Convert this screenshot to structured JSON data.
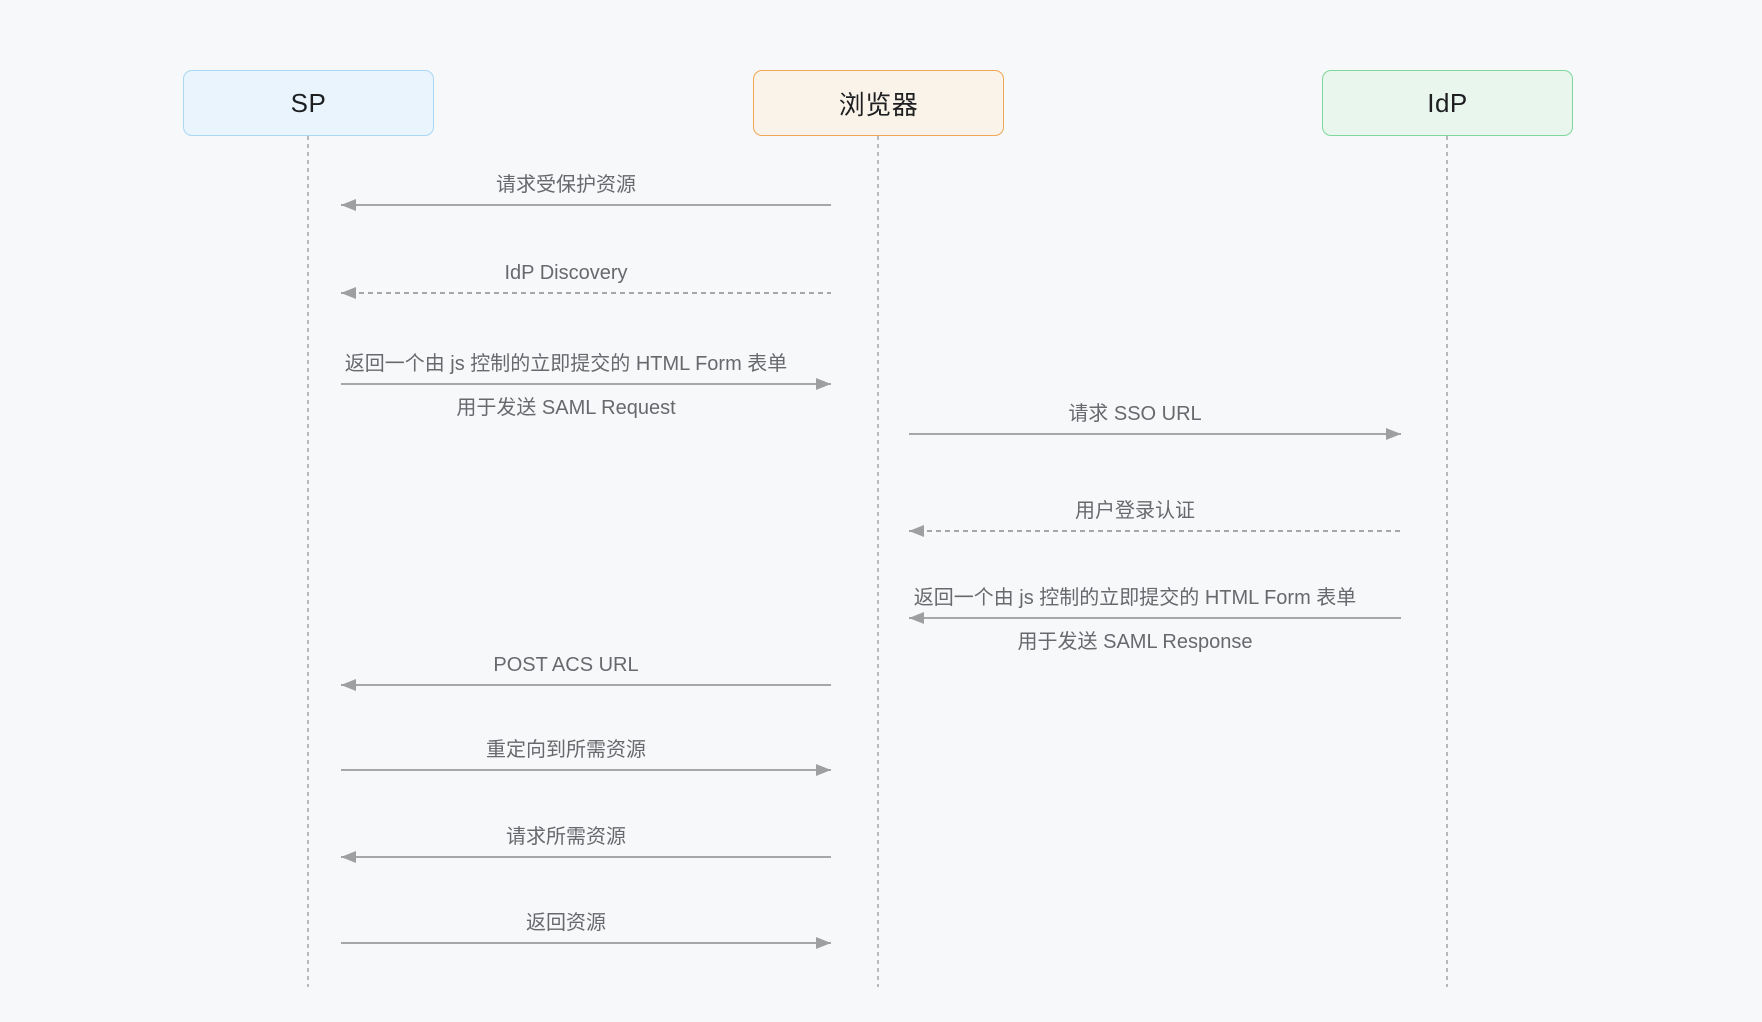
{
  "diagram": {
    "kind": "sequence-diagram",
    "subject": "SAML SSO flow"
  },
  "actors": [
    {
      "id": "sp",
      "label": "SP"
    },
    {
      "id": "browser",
      "label": "浏览器"
    },
    {
      "id": "idp",
      "label": "IdP"
    }
  ],
  "messages": [
    {
      "label": "请求受保护资源",
      "from": "浏览器",
      "to": "SP",
      "line": "solid",
      "direction": "left"
    },
    {
      "label": "IdP Discovery",
      "from": "浏览器",
      "to": "SP",
      "line": "dashed",
      "direction": "left"
    },
    {
      "label": "返回一个由 js 控制的立即提交的 HTML Form 表单",
      "label2": "用于发送 SAML Request",
      "from": "SP",
      "to": "浏览器",
      "line": "solid",
      "direction": "right"
    },
    {
      "label": "请求 SSO URL",
      "from": "浏览器",
      "to": "IdP",
      "line": "solid",
      "direction": "right"
    },
    {
      "label": "用户登录认证",
      "from": "IdP",
      "to": "浏览器",
      "line": "dashed",
      "direction": "left"
    },
    {
      "label": "返回一个由 js 控制的立即提交的 HTML Form 表单",
      "label2": "用于发送 SAML Response",
      "from": "IdP",
      "to": "浏览器",
      "line": "solid",
      "direction": "left"
    },
    {
      "label": "POST ACS URL",
      "from": "浏览器",
      "to": "SP",
      "line": "solid",
      "direction": "left"
    },
    {
      "label": "重定向到所需资源",
      "from": "SP",
      "to": "浏览器",
      "line": "solid",
      "direction": "right"
    },
    {
      "label": "请求所需资源",
      "from": "浏览器",
      "to": "SP",
      "line": "solid",
      "direction": "left"
    },
    {
      "label": "返回资源",
      "from": "SP",
      "to": "浏览器",
      "line": "solid",
      "direction": "right"
    }
  ],
  "colors": {
    "background": "#f7f8fa",
    "sp_fill": "#e9f4fc",
    "sp_border": "#a9d8f3",
    "browser_fill": "#faf3e9",
    "browser_border": "#f0a557",
    "idp_fill": "#e8f6ee",
    "idp_border": "#7fd79b",
    "title_text": "#1d1f21",
    "label_text": "#67696d",
    "line": "#a7a7a9",
    "arrow": "#9d9fa1",
    "lifeline": "#b6babe"
  }
}
